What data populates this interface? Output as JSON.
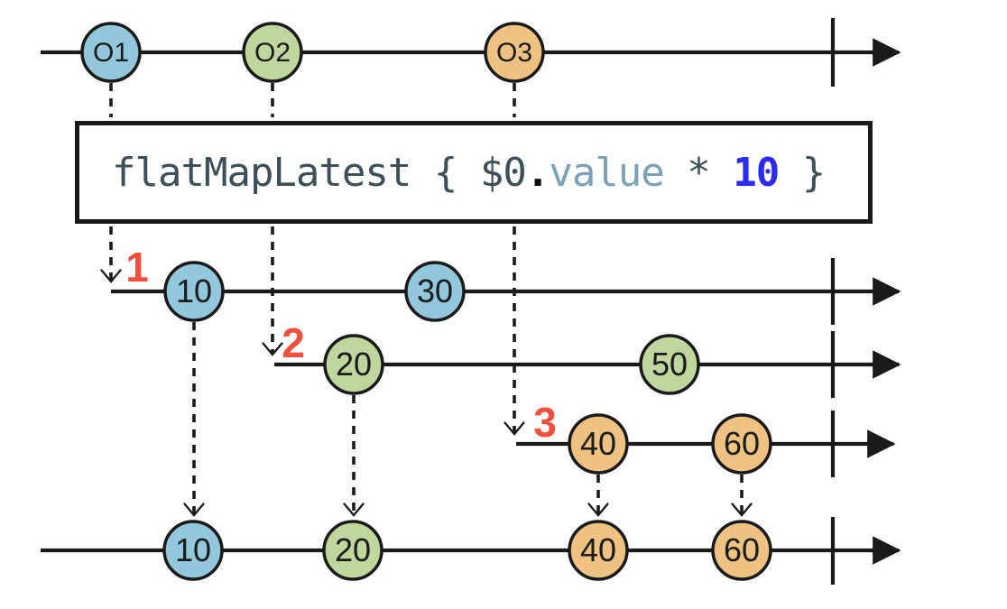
{
  "diagram": {
    "kind": "rx-marble-diagram",
    "operator_code": {
      "parts": [
        {
          "text": "flatMapLatest { $0",
          "role": "default",
          "color": "#3d4f58"
        },
        {
          "text": ".",
          "role": "punctuation",
          "color": "#0c0c0c"
        },
        {
          "text": "value",
          "role": "property",
          "color": "#7ca3b5"
        },
        {
          "text": " * ",
          "role": "default",
          "color": "#3d4f58"
        },
        {
          "text": "10",
          "role": "number",
          "color": "#2b2bf5"
        },
        {
          "text": " }",
          "role": "default",
          "color": "#3d4f58"
        }
      ]
    },
    "colors": {
      "marble_blue": "#92c7dc",
      "marble_green": "#bfd69e",
      "marble_orange": "#edc283",
      "line_stroke": "#1a1a1a",
      "badge_red": "#f2503f"
    },
    "source_timeline": {
      "events": [
        {
          "label": "O1",
          "color": "#92c7dc"
        },
        {
          "label": "O2",
          "color": "#bfd69e"
        },
        {
          "label": "O3",
          "color": "#edc283"
        }
      ]
    },
    "inner_timelines": [
      {
        "badge": "1",
        "events": [
          {
            "label": "10",
            "color": "#92c7dc"
          },
          {
            "label": "30",
            "color": "#92c7dc"
          }
        ]
      },
      {
        "badge": "2",
        "events": [
          {
            "label": "20",
            "color": "#bfd69e"
          },
          {
            "label": "50",
            "color": "#bfd69e"
          }
        ]
      },
      {
        "badge": "3",
        "events": [
          {
            "label": "40",
            "color": "#edc283"
          },
          {
            "label": "60",
            "color": "#edc283"
          }
        ]
      }
    ],
    "output_timeline": {
      "events": [
        {
          "label": "10",
          "color": "#92c7dc"
        },
        {
          "label": "20",
          "color": "#bfd69e"
        },
        {
          "label": "40",
          "color": "#edc283"
        },
        {
          "label": "60",
          "color": "#edc283"
        }
      ]
    }
  }
}
